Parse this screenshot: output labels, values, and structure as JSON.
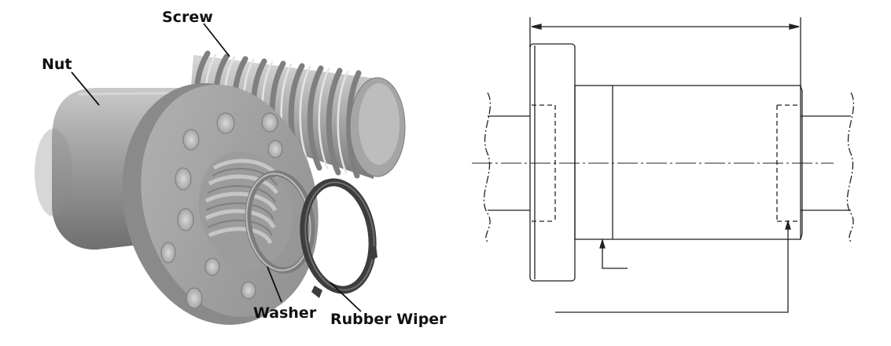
{
  "left_figure": {
    "labels": {
      "screw": "Screw",
      "nut": "Nut",
      "washer": "Washer",
      "rubber_wiper": "Rubber Wiper"
    }
  },
  "right_figure": {
    "type": "technical-drawing",
    "view": "side elevation"
  }
}
